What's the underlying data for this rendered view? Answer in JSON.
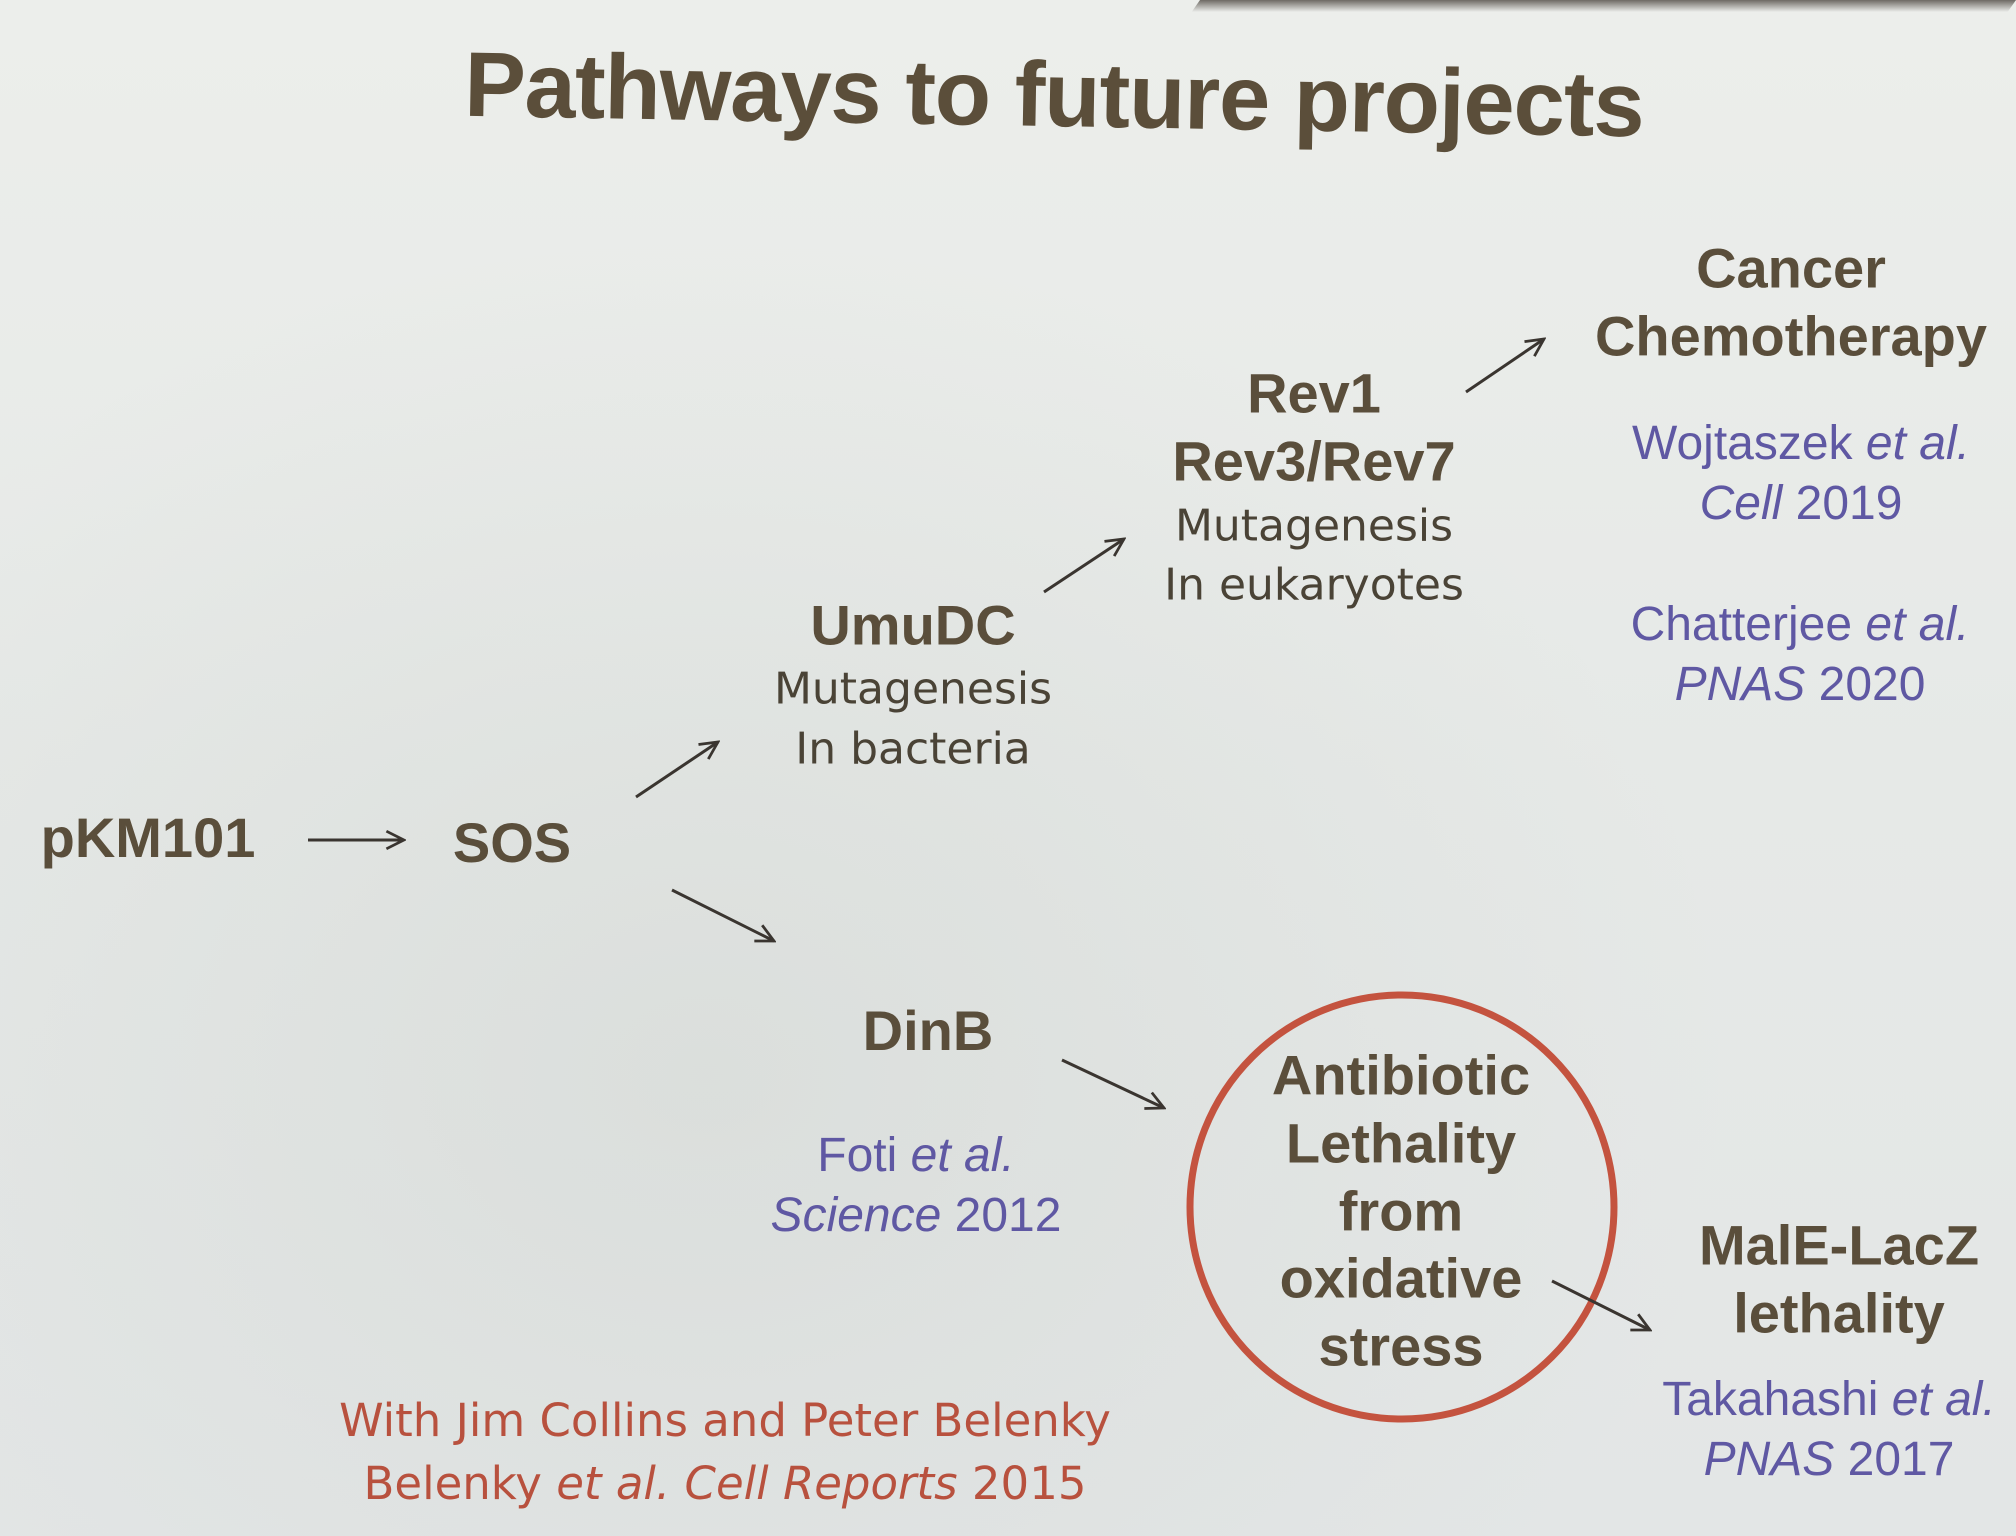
{
  "title": "Pathways to future projects",
  "nodes": {
    "pkm101": "pKM101",
    "sos": "SOS",
    "umudc": {
      "name": "UmuDC",
      "desc": [
        "Mutagenesis",
        "In bacteria"
      ]
    },
    "rev": {
      "names": [
        "Rev1",
        "Rev3/Rev7"
      ],
      "desc": [
        "Mutagenesis",
        "In eukaryotes"
      ]
    },
    "cancer": {
      "name": [
        "Cancer",
        "Chemotherapy"
      ],
      "citations": [
        {
          "author": "Wojtaszek",
          "etal": "et al.",
          "journal": "Cell",
          "year": "2019"
        },
        {
          "author": "Chatterjee",
          "etal": "et al.",
          "journal": "PNAS",
          "year": "2020"
        }
      ]
    },
    "dinb": {
      "name": "DinB",
      "citation": {
        "author": "Foti",
        "etal": "et al.",
        "journal": "Science",
        "year": "2012"
      }
    },
    "antibiotic": {
      "lines": [
        "Antibiotic",
        "Lethality",
        "from",
        "oxidative",
        "stress"
      ]
    },
    "male": {
      "name": [
        "MalE-LacZ",
        "lethality"
      ],
      "citation": {
        "author": "Takahashi",
        "etal": "et al.",
        "journal": "PNAS",
        "year": "2017"
      }
    }
  },
  "credit": {
    "line1": "With Jim Collins and Peter Belenky",
    "author": "Belenky",
    "etal": "et al.",
    "journal": "Cell Reports",
    "year": "2015"
  },
  "colors": {
    "title": "#5b4e3a",
    "heading": "#5a4e3b",
    "citation": "#5f58a3",
    "credit": "#b8513e",
    "highlight_circle": "#c4533f",
    "arrow": "#3a3530"
  }
}
